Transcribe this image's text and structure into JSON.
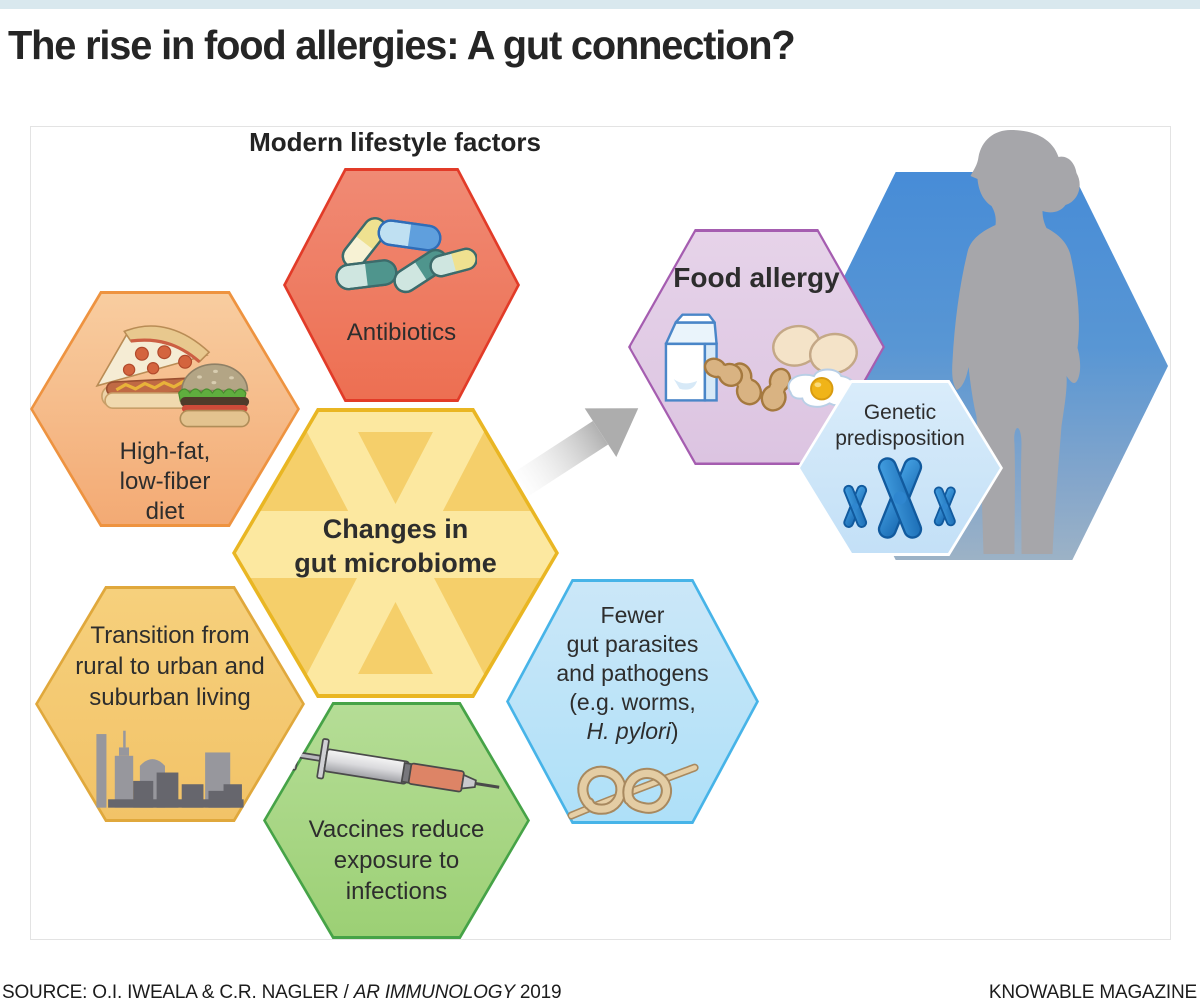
{
  "header": {
    "title": "The rise in food allergies: A gut connection?"
  },
  "diagram": {
    "heading": "Modern lifestyle factors",
    "hex_antibiotics": {
      "label": "Antibiotics"
    },
    "hex_high_fat": {
      "line1": "High-fat,",
      "line2": "low-fiber",
      "line3": "diet"
    },
    "hex_microbiome": {
      "line1": "Changes in",
      "line2": "gut microbiome"
    },
    "hex_transition": {
      "line1": "Transition from",
      "line2": "rural to urban and",
      "line3": "suburban living"
    },
    "hex_vaccines": {
      "line1": "Vaccines reduce",
      "line2": "exposure to",
      "line3": "infections"
    },
    "hex_parasites": {
      "line1": "Fewer",
      "line2": "gut parasites",
      "line3": "and pathogens",
      "line4": "(e.g. worms,",
      "line5_italic": "H. pylori",
      "line5_end": ")"
    },
    "hex_food_allergy": {
      "label": "Food allergy"
    },
    "hex_genetic": {
      "line1": "Genetic",
      "line2": "predisposition"
    }
  },
  "icons": {
    "antibiotics": "pills-icon",
    "high_fat": "fast-food-icon",
    "transition": "city-skyline-icon",
    "vaccines": "syringe-icon",
    "parasites": "worm-icon",
    "food_allergy": "milk-peanut-egg-icon",
    "genetic": "chromosomes-icon",
    "person": "human-silhouette-icon",
    "arrow": "arrow-right-icon"
  },
  "palette": {
    "top_bar": "#d9e8ee",
    "text": "#2d2d2d",
    "antibiotics_fill": "#ee7b60",
    "antibiotics_border": "#e23b28",
    "high_fat_fill": "#f6bc8a",
    "high_fat_border": "#ee9340",
    "microbiome_fill": "#f5cf6a",
    "microbiome_light": "#fce8a0",
    "microbiome_border": "#e9b623",
    "transition_fill": "#f4ca73",
    "transition_border": "#e0a83c",
    "vaccines_fill": "#a8d685",
    "vaccines_border": "#46a347",
    "parasites_fill": "#bde3f8",
    "parasites_border": "#47b4e8",
    "food_allergy_fill": "#e1cbe5",
    "food_allergy_border": "#a55db0",
    "genetic_fill": "#cde5f8",
    "genetic_border": "#ffffff",
    "body_hex_top": "#478cd7",
    "body_hex_bottom": "#9cb2c6",
    "silhouette": "#a6a6aa"
  },
  "footer": {
    "source_prefix": "SOURCE: O.I. IWEALA & C.R. NAGLER / ",
    "source_journal": "AR IMMUNOLOGY",
    "source_year": " 2019",
    "credit": "KNOWABLE MAGAZINE"
  }
}
